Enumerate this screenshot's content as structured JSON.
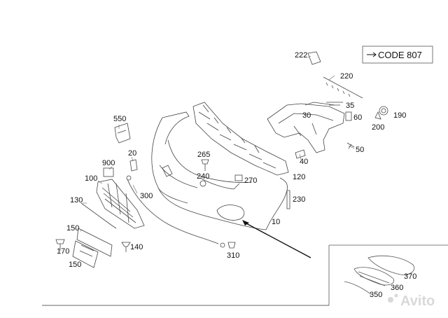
{
  "code_label": "CODE 807",
  "watermark": "Avito",
  "callouts": {
    "p222": "222",
    "p220": "220",
    "p35": "35",
    "p30": "30",
    "p60": "60",
    "p190": "190",
    "p200": "200",
    "p50": "50",
    "p40": "40",
    "p550": "550",
    "p20": "20",
    "p900": "900",
    "p265": "265",
    "p240": "240",
    "p270": "270",
    "p120": "120",
    "p100": "100",
    "p300": "300",
    "p230": "230",
    "p130": "130",
    "p10": "10",
    "p150a": "150",
    "p140": "140",
    "p170": "170",
    "p150b": "150",
    "p310": "310",
    "p370": "370",
    "p360": "360",
    "p350": "350"
  }
}
